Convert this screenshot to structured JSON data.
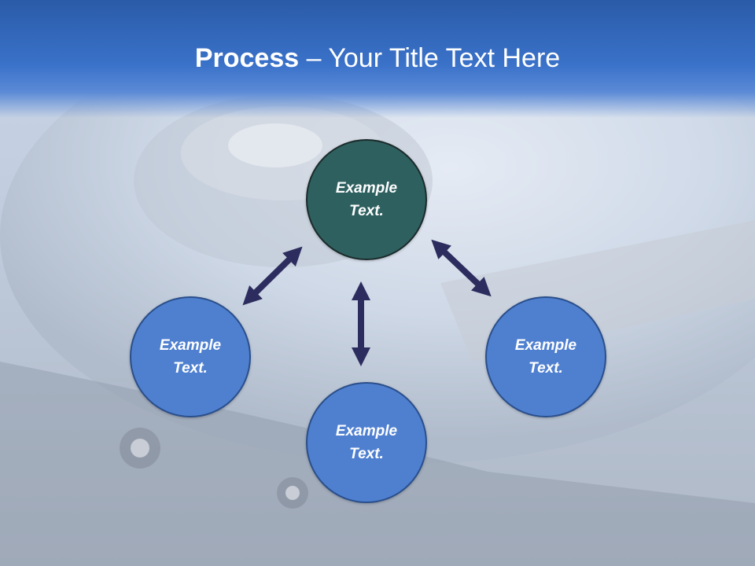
{
  "title": {
    "bold": "Process",
    "rest": " – Your Title Text Here"
  },
  "nodes": {
    "top": {
      "line1": "Example",
      "line2": "Text."
    },
    "left": {
      "line1": "Example",
      "line2": "Text."
    },
    "right": {
      "line1": "Example",
      "line2": "Text."
    },
    "bottom": {
      "line1": "Example",
      "line2": "Text."
    }
  },
  "colors": {
    "title_band": "#3a72c9",
    "top_node": "#2f6060",
    "node": "#4f80d0",
    "arrow": "#2c2d5e"
  }
}
